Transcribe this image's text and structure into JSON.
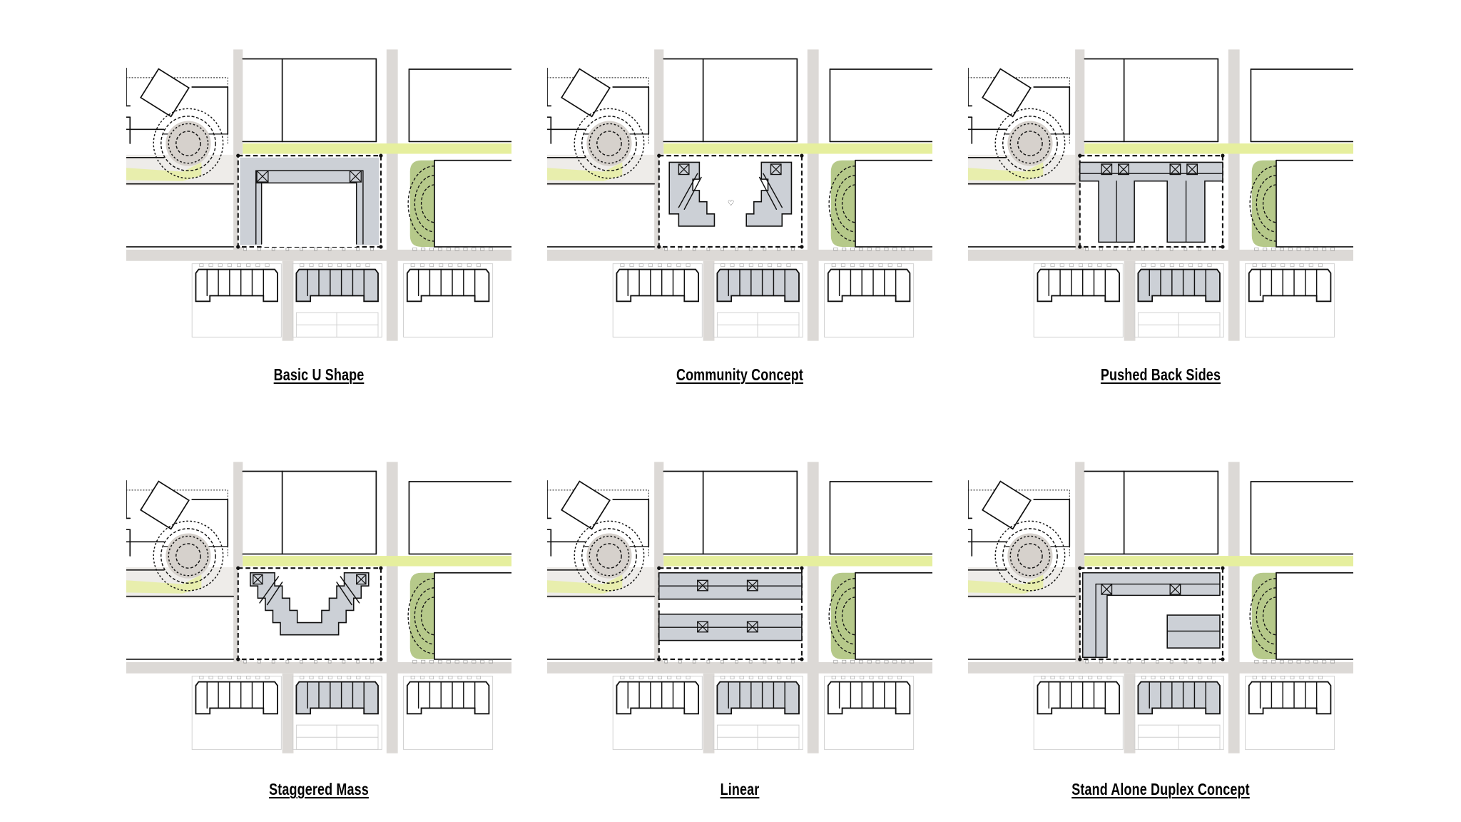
{
  "colors": {
    "road": "#dcd9d6",
    "path": "#e6ef9e",
    "mass": "#ccd0d6",
    "green": "#97b25e",
    "ink": "#111111",
    "plaza": "#d6d1cc"
  },
  "concepts": [
    {
      "title": "Basic U Shape",
      "massing": "u-shape"
    },
    {
      "title": "Community Concept",
      "massing": "community"
    },
    {
      "title": "Pushed Back Sides",
      "massing": "pushed-back"
    },
    {
      "title": "Staggered Mass",
      "massing": "staggered"
    },
    {
      "title": "Linear",
      "massing": "linear"
    },
    {
      "title": "Stand Alone Duplex Concept",
      "massing": "duplex"
    }
  ]
}
